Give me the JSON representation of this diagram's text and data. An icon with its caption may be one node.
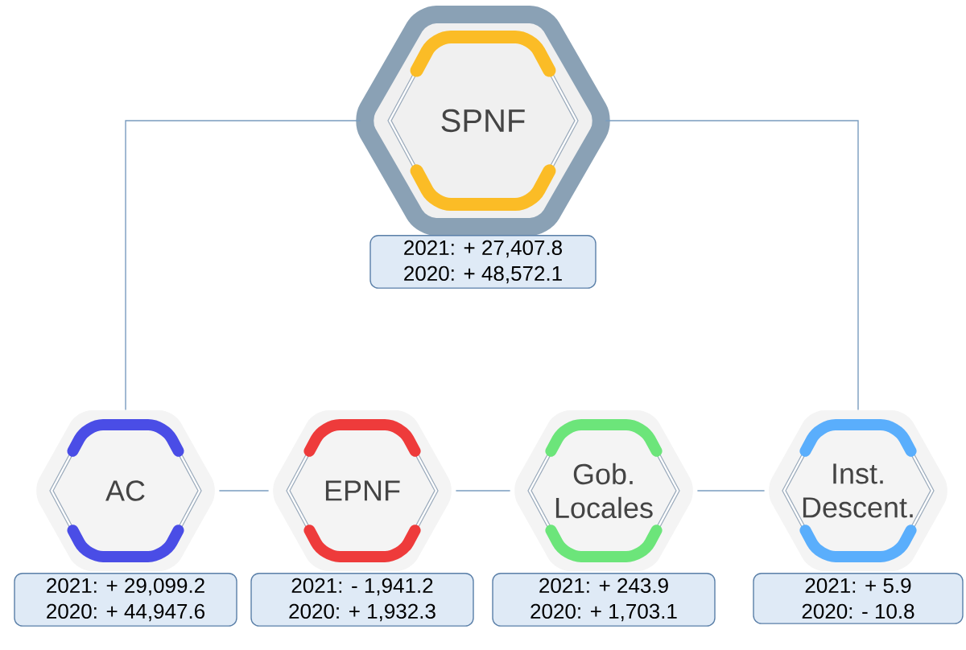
{
  "diagram": {
    "nodes": [
      {
        "text": [
          "SPNF"
        ],
        "beside": [
          "2021: + 27,407.8",
          "2020: + 48,572.1"
        ]
      },
      {
        "text": [
          "AC"
        ],
        "beside": [
          "2021: + 29,099.2",
          "2020: + 44,947.6"
        ]
      },
      {
        "text": [
          "EPNF"
        ],
        "beside": [
          "2021: - 1,941.2",
          "2020: + 1,932.3"
        ]
      },
      {
        "text": [
          "Gob. Locales"
        ],
        "beside": [
          "2021: + 243.9",
          "2020: + 1,703.1"
        ]
      },
      {
        "text": [
          "Inst. Descent."
        ],
        "beside": [
          "2021: + 5.9",
          "2020: - 10.8"
        ]
      }
    ],
    "edges": [
      {
        "from": 0,
        "to": 1,
        "arrow": "none"
      },
      {
        "from": 0,
        "to": 4,
        "arrow": "none"
      },
      {
        "from": 1,
        "to": 2,
        "arrow": "none"
      },
      {
        "from": 2,
        "to": 3,
        "arrow": "none"
      },
      {
        "from": 3,
        "to": 4,
        "arrow": "none"
      }
    ]
  }
}
